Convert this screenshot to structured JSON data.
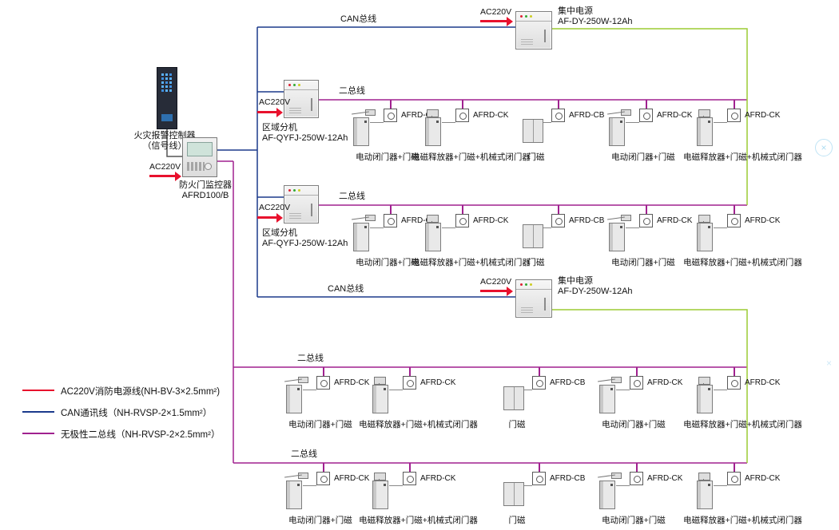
{
  "colors": {
    "power-line": "#e8112d",
    "can-line": "#1b3a8c",
    "bus-line": "#a0218f",
    "dc-line": "#9ccc33",
    "signal-line": "#555555"
  },
  "labels": {
    "ac220v": "AC220V",
    "can_bus": "CAN总线",
    "two_bus": "二总线",
    "watermark": "×"
  },
  "components": {
    "fire_alarm_controller": {
      "name": "火灾报警控制器",
      "note": "（信号线）"
    },
    "door_monitor": {
      "name": "防火门监控器",
      "model": "AFRD100/B"
    },
    "zone_unit": {
      "name": "区域分机",
      "model": "AF-QYFJ-250W-12Ah"
    },
    "psu": {
      "name": "集中电源",
      "model": "AF-DY-250W-12Ah"
    }
  },
  "legend": [
    {
      "label": "AC220V消防电源线(NH-BV-3×2.5mm²)",
      "color": "#e8112d"
    },
    {
      "label": "CAN通讯线（NH-RVSP-2×1.5mm²）",
      "color": "#1b3a8c"
    },
    {
      "label": "无极性二总线（NH-RVSP-2×2.5mm²）",
      "color": "#a0218f"
    }
  ],
  "rows": [
    {
      "bus_label": "二总线",
      "devices": [
        {
          "module": "AFRD-CK",
          "desc": "电动闭门器+门磁"
        },
        {
          "module": "AFRD-CK",
          "desc": "电磁释放器+门磁+机械式闭门器"
        },
        {
          "module": "AFRD-CB",
          "desc": "门磁"
        },
        {
          "module": "AFRD-CK",
          "desc": "电动闭门器+门磁"
        },
        {
          "module": "AFRD-CK",
          "desc": "电磁释放器+门磁+机械式闭门器"
        }
      ]
    },
    {
      "bus_label": "二总线",
      "devices": [
        {
          "module": "AFRD-CK",
          "desc": "电动闭门器+门磁"
        },
        {
          "module": "AFRD-CK",
          "desc": "电磁释放器+门磁+机械式闭门器"
        },
        {
          "module": "AFRD-CB",
          "desc": "门磁"
        },
        {
          "module": "AFRD-CK",
          "desc": "电动闭门器+门磁"
        },
        {
          "module": "AFRD-CK",
          "desc": "电磁释放器+门磁+机械式闭门器"
        }
      ]
    },
    {
      "bus_label": "二总线",
      "devices": [
        {
          "module": "AFRD-CK",
          "desc": "电动闭门器+门磁"
        },
        {
          "module": "AFRD-CK",
          "desc": "电磁释放器+门磁+机械式闭门器"
        },
        {
          "module": "AFRD-CB",
          "desc": "门磁"
        },
        {
          "module": "AFRD-CK",
          "desc": "电动闭门器+门磁"
        },
        {
          "module": "AFRD-CK",
          "desc": "电磁释放器+门磁+机械式闭门器"
        }
      ]
    },
    {
      "bus_label": "二总线",
      "devices": [
        {
          "module": "AFRD-CK",
          "desc": "电动闭门器+门磁"
        },
        {
          "module": "AFRD-CK",
          "desc": "电磁释放器+门磁+机械式闭门器"
        },
        {
          "module": "AFRD-CB",
          "desc": "门磁"
        },
        {
          "module": "AFRD-CK",
          "desc": "电动闭门器+门磁"
        },
        {
          "module": "AFRD-CK",
          "desc": "电磁释放器+门磁+机械式闭门器"
        }
      ]
    }
  ]
}
